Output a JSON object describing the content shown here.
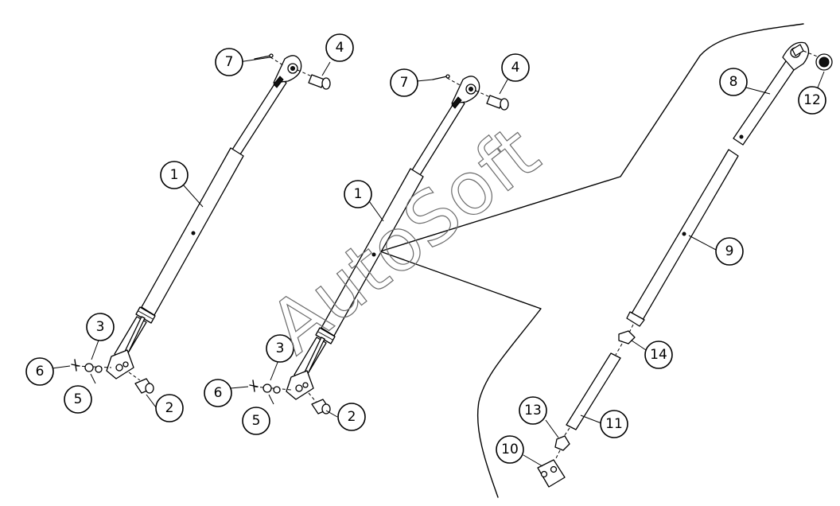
{
  "watermark": "AutoSoft",
  "callouts": {
    "c1a": "1",
    "c1b": "1",
    "c2a": "2",
    "c2b": "2",
    "c3a": "3",
    "c3b": "3",
    "c4a": "4",
    "c4b": "4",
    "c5a": "5",
    "c5b": "5",
    "c6a": "6",
    "c6b": "6",
    "c7a": "7",
    "c7b": "7",
    "c8": "8",
    "c9": "9",
    "c10": "10",
    "c11": "11",
    "c12": "12",
    "c13": "13",
    "c14": "14"
  }
}
